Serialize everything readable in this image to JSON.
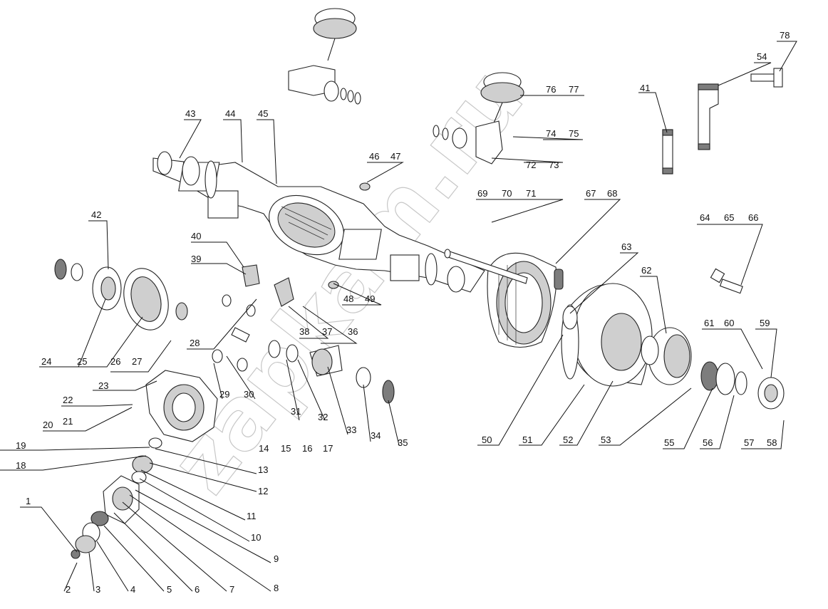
{
  "diagram": {
    "watermark": "zapkam.ru",
    "callouts": [
      "1",
      "2",
      "3",
      "4",
      "5",
      "6",
      "7",
      "8",
      "9",
      "10",
      "11",
      "12",
      "13",
      "14",
      "15",
      "16",
      "17",
      "18",
      "19",
      "20",
      "21",
      "22",
      "23",
      "24",
      "25",
      "26",
      "27",
      "28",
      "29",
      "30",
      "31",
      "32",
      "33",
      "34",
      "35",
      "36",
      "37",
      "38",
      "39",
      "40",
      "41",
      "42",
      "43",
      "44",
      "45",
      "46",
      "47",
      "48",
      "49",
      "50",
      "51",
      "52",
      "53",
      "54",
      "55",
      "56",
      "57",
      "58",
      "59",
      "60",
      "61",
      "62",
      "63",
      "64",
      "65",
      "66",
      "67",
      "68",
      "69",
      "70",
      "71",
      "72",
      "73",
      "74",
      "75",
      "76",
      "77",
      "78"
    ]
  }
}
